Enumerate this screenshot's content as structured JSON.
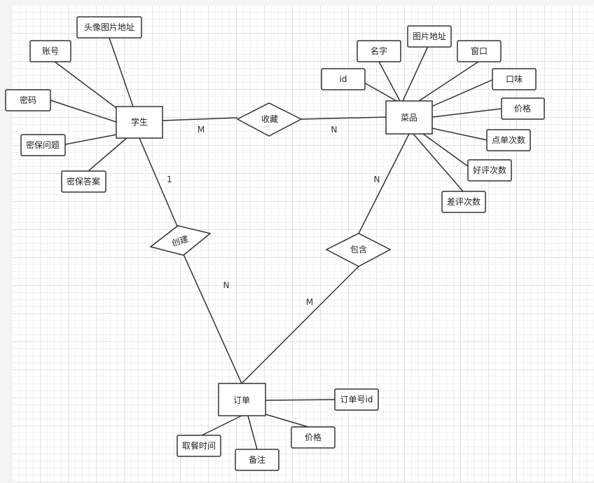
{
  "entities": {
    "student": "学生",
    "dish": "菜品",
    "order": "订单"
  },
  "relationships": {
    "favorite": "收藏",
    "create": "创建",
    "contain": "包含"
  },
  "attributes": {
    "student": [
      "头像图片地址",
      "账号",
      "密码",
      "密保问题",
      "密保答案"
    ],
    "dish": [
      "图片地址",
      "名字",
      "窗口",
      "id",
      "口味",
      "价格",
      "点单次数",
      "好评次数",
      "差评次数"
    ],
    "order": [
      "订单号id",
      "取餐时间",
      "备注",
      "价格"
    ]
  },
  "cardinalities": {
    "favorite_student": "M",
    "favorite_dish": "N",
    "create_student": "1",
    "create_order": "N",
    "contain_dish": "N",
    "contain_order": "M"
  },
  "colors": {
    "stroke": "#333333",
    "fill": "#ffffff"
  }
}
